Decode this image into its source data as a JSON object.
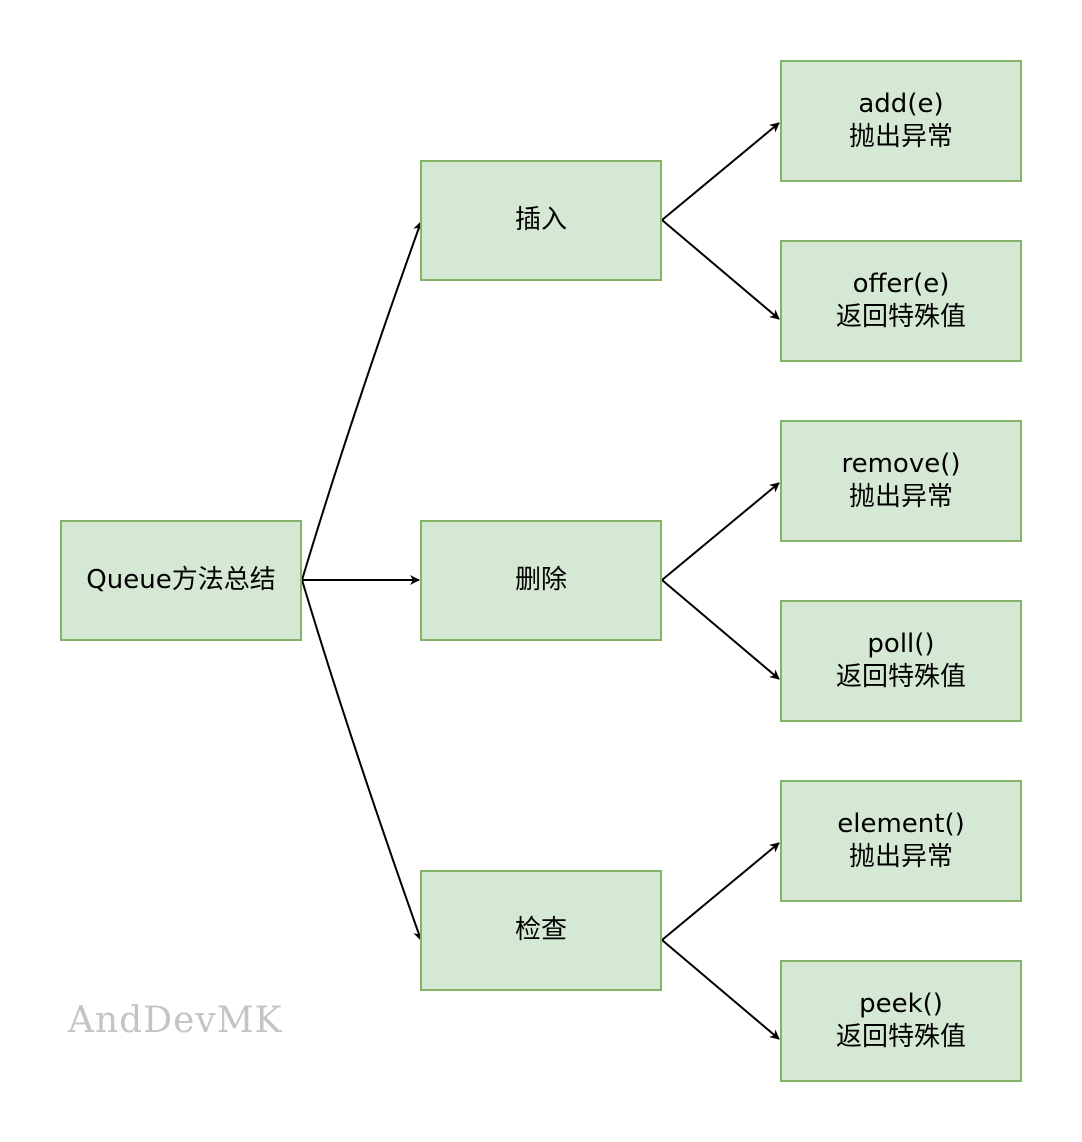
{
  "root": {
    "label": "Queue方法总结"
  },
  "categories": [
    {
      "label": "插入",
      "methods": [
        {
          "name": "add(e)",
          "behavior": "抛出异常"
        },
        {
          "name": "offer(e)",
          "behavior": "返回特殊值"
        }
      ]
    },
    {
      "label": "删除",
      "methods": [
        {
          "name": "remove()",
          "behavior": "抛出异常"
        },
        {
          "name": "poll()",
          "behavior": "返回特殊值"
        }
      ]
    },
    {
      "label": "检查",
      "methods": [
        {
          "name": "element()",
          "behavior": "抛出异常"
        },
        {
          "name": "peek()",
          "behavior": "返回特殊值"
        }
      ]
    }
  ],
  "watermark": "AndDevMK",
  "colors": {
    "node_fill": "#d5e8d4",
    "node_border": "#82b366",
    "edge": "#000000",
    "watermark": "#c4c4c4"
  }
}
